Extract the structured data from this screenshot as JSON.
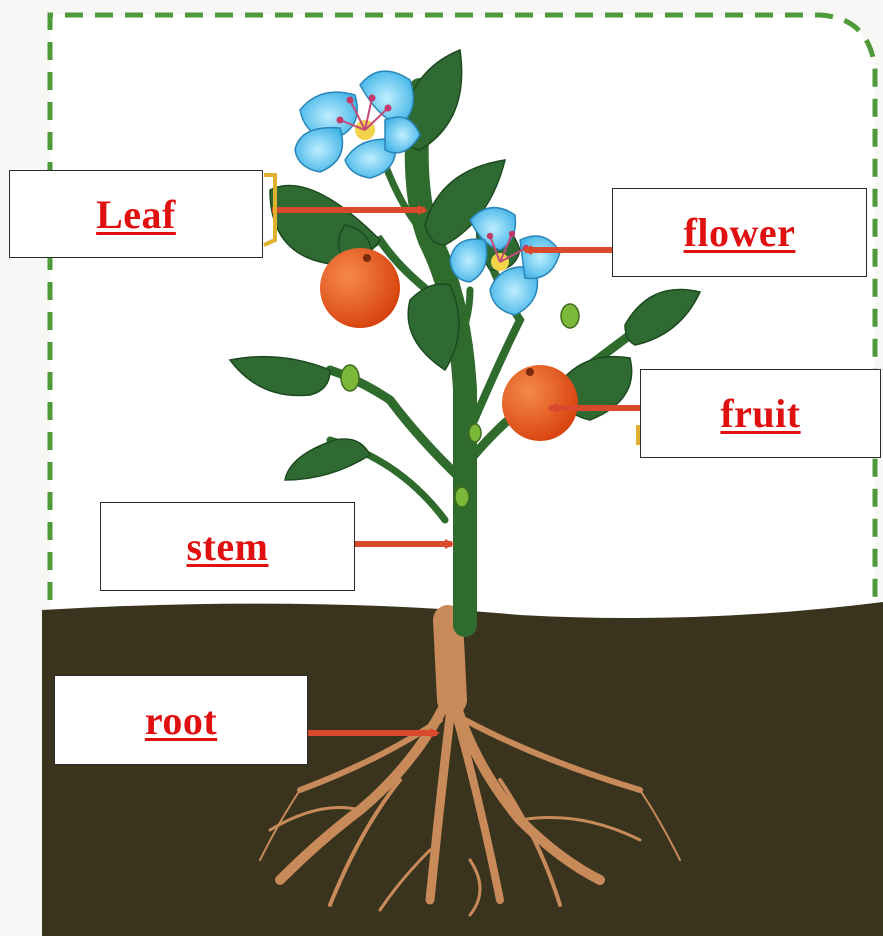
{
  "labels": {
    "leaf": "Leaf",
    "flower": "flower",
    "fruit": "fruit",
    "stem": "stem",
    "root": "root"
  },
  "colors": {
    "label_text": "#e01010",
    "arrow": "#d94a2c",
    "soil": "#3a341e",
    "stem": "#2f6b2c",
    "leaf": "#2f6a33",
    "root": "#c98a5a",
    "flower": "#5cc4ee",
    "fruit": "#e4521c",
    "frame_dash_green": "#4f9a3a",
    "frame_dash_yellow": "#d8c23a"
  }
}
